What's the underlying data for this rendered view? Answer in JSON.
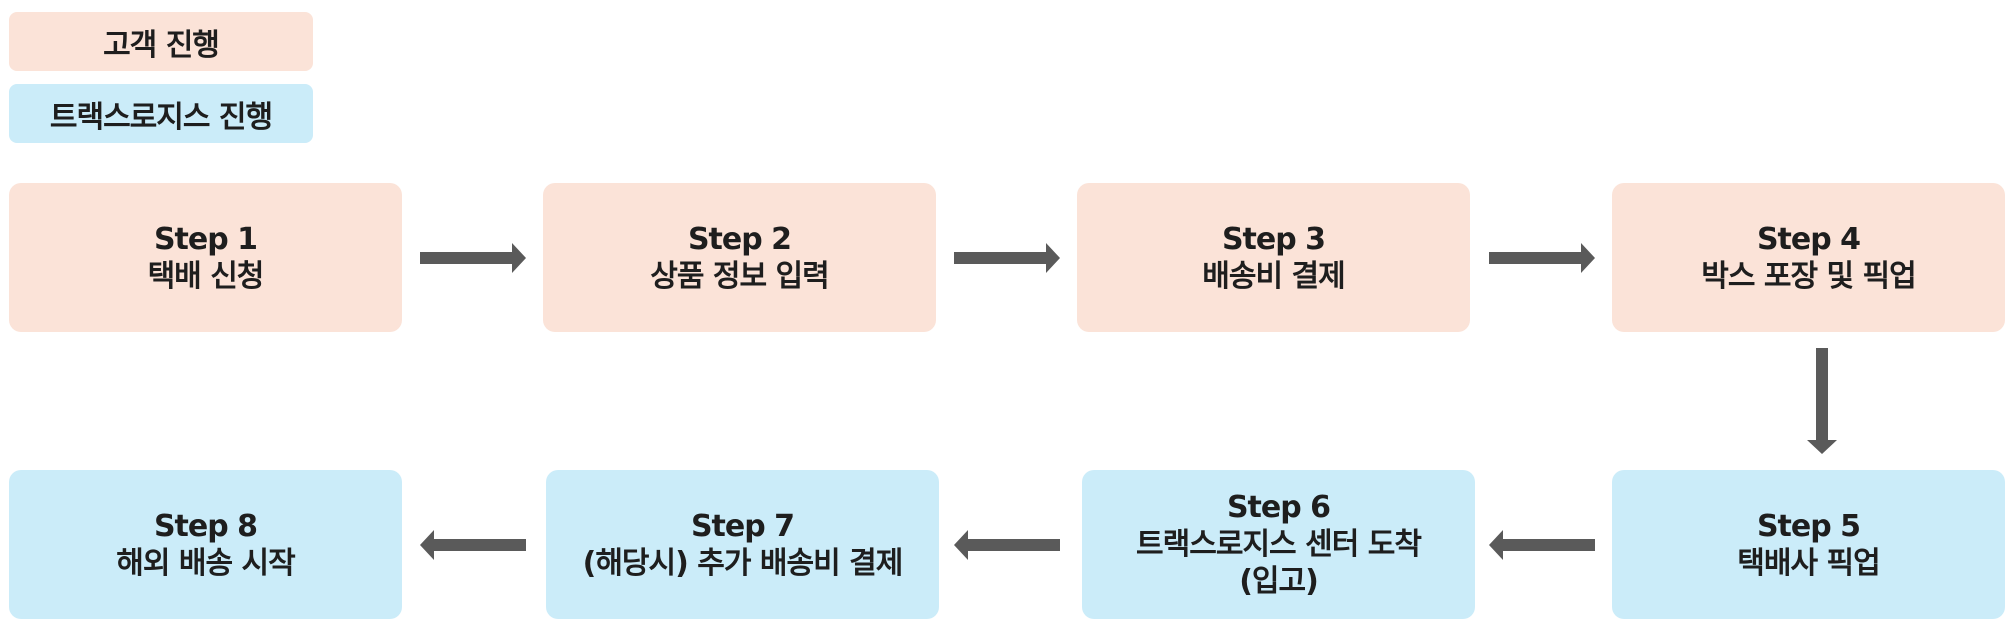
{
  "legend": {
    "customer": "고객 진행",
    "company": "트랙스로지스 진행"
  },
  "steps": [
    {
      "step": "Step 1",
      "title": "택배 신청"
    },
    {
      "step": "Step 2",
      "title": "상품 정보 입력"
    },
    {
      "step": "Step 3",
      "title": "배송비 결제"
    },
    {
      "step": "Step 4",
      "title": "박스 포장 및 픽업"
    },
    {
      "step": "Step 5",
      "title": "택배사 픽업"
    },
    {
      "step": "Step 6",
      "title": "트랙스로지스 센터 도착",
      "title2": "(입고)"
    },
    {
      "step": "Step 7",
      "title": "(해당시) 추가 배송비 결제"
    },
    {
      "step": "Step 8",
      "title": "해외 배송 시작"
    }
  ],
  "colors": {
    "customer": "#fbe3d8",
    "company": "#cbecf9",
    "arrow": "#5a5a5a",
    "text": "#1e1e1e"
  }
}
